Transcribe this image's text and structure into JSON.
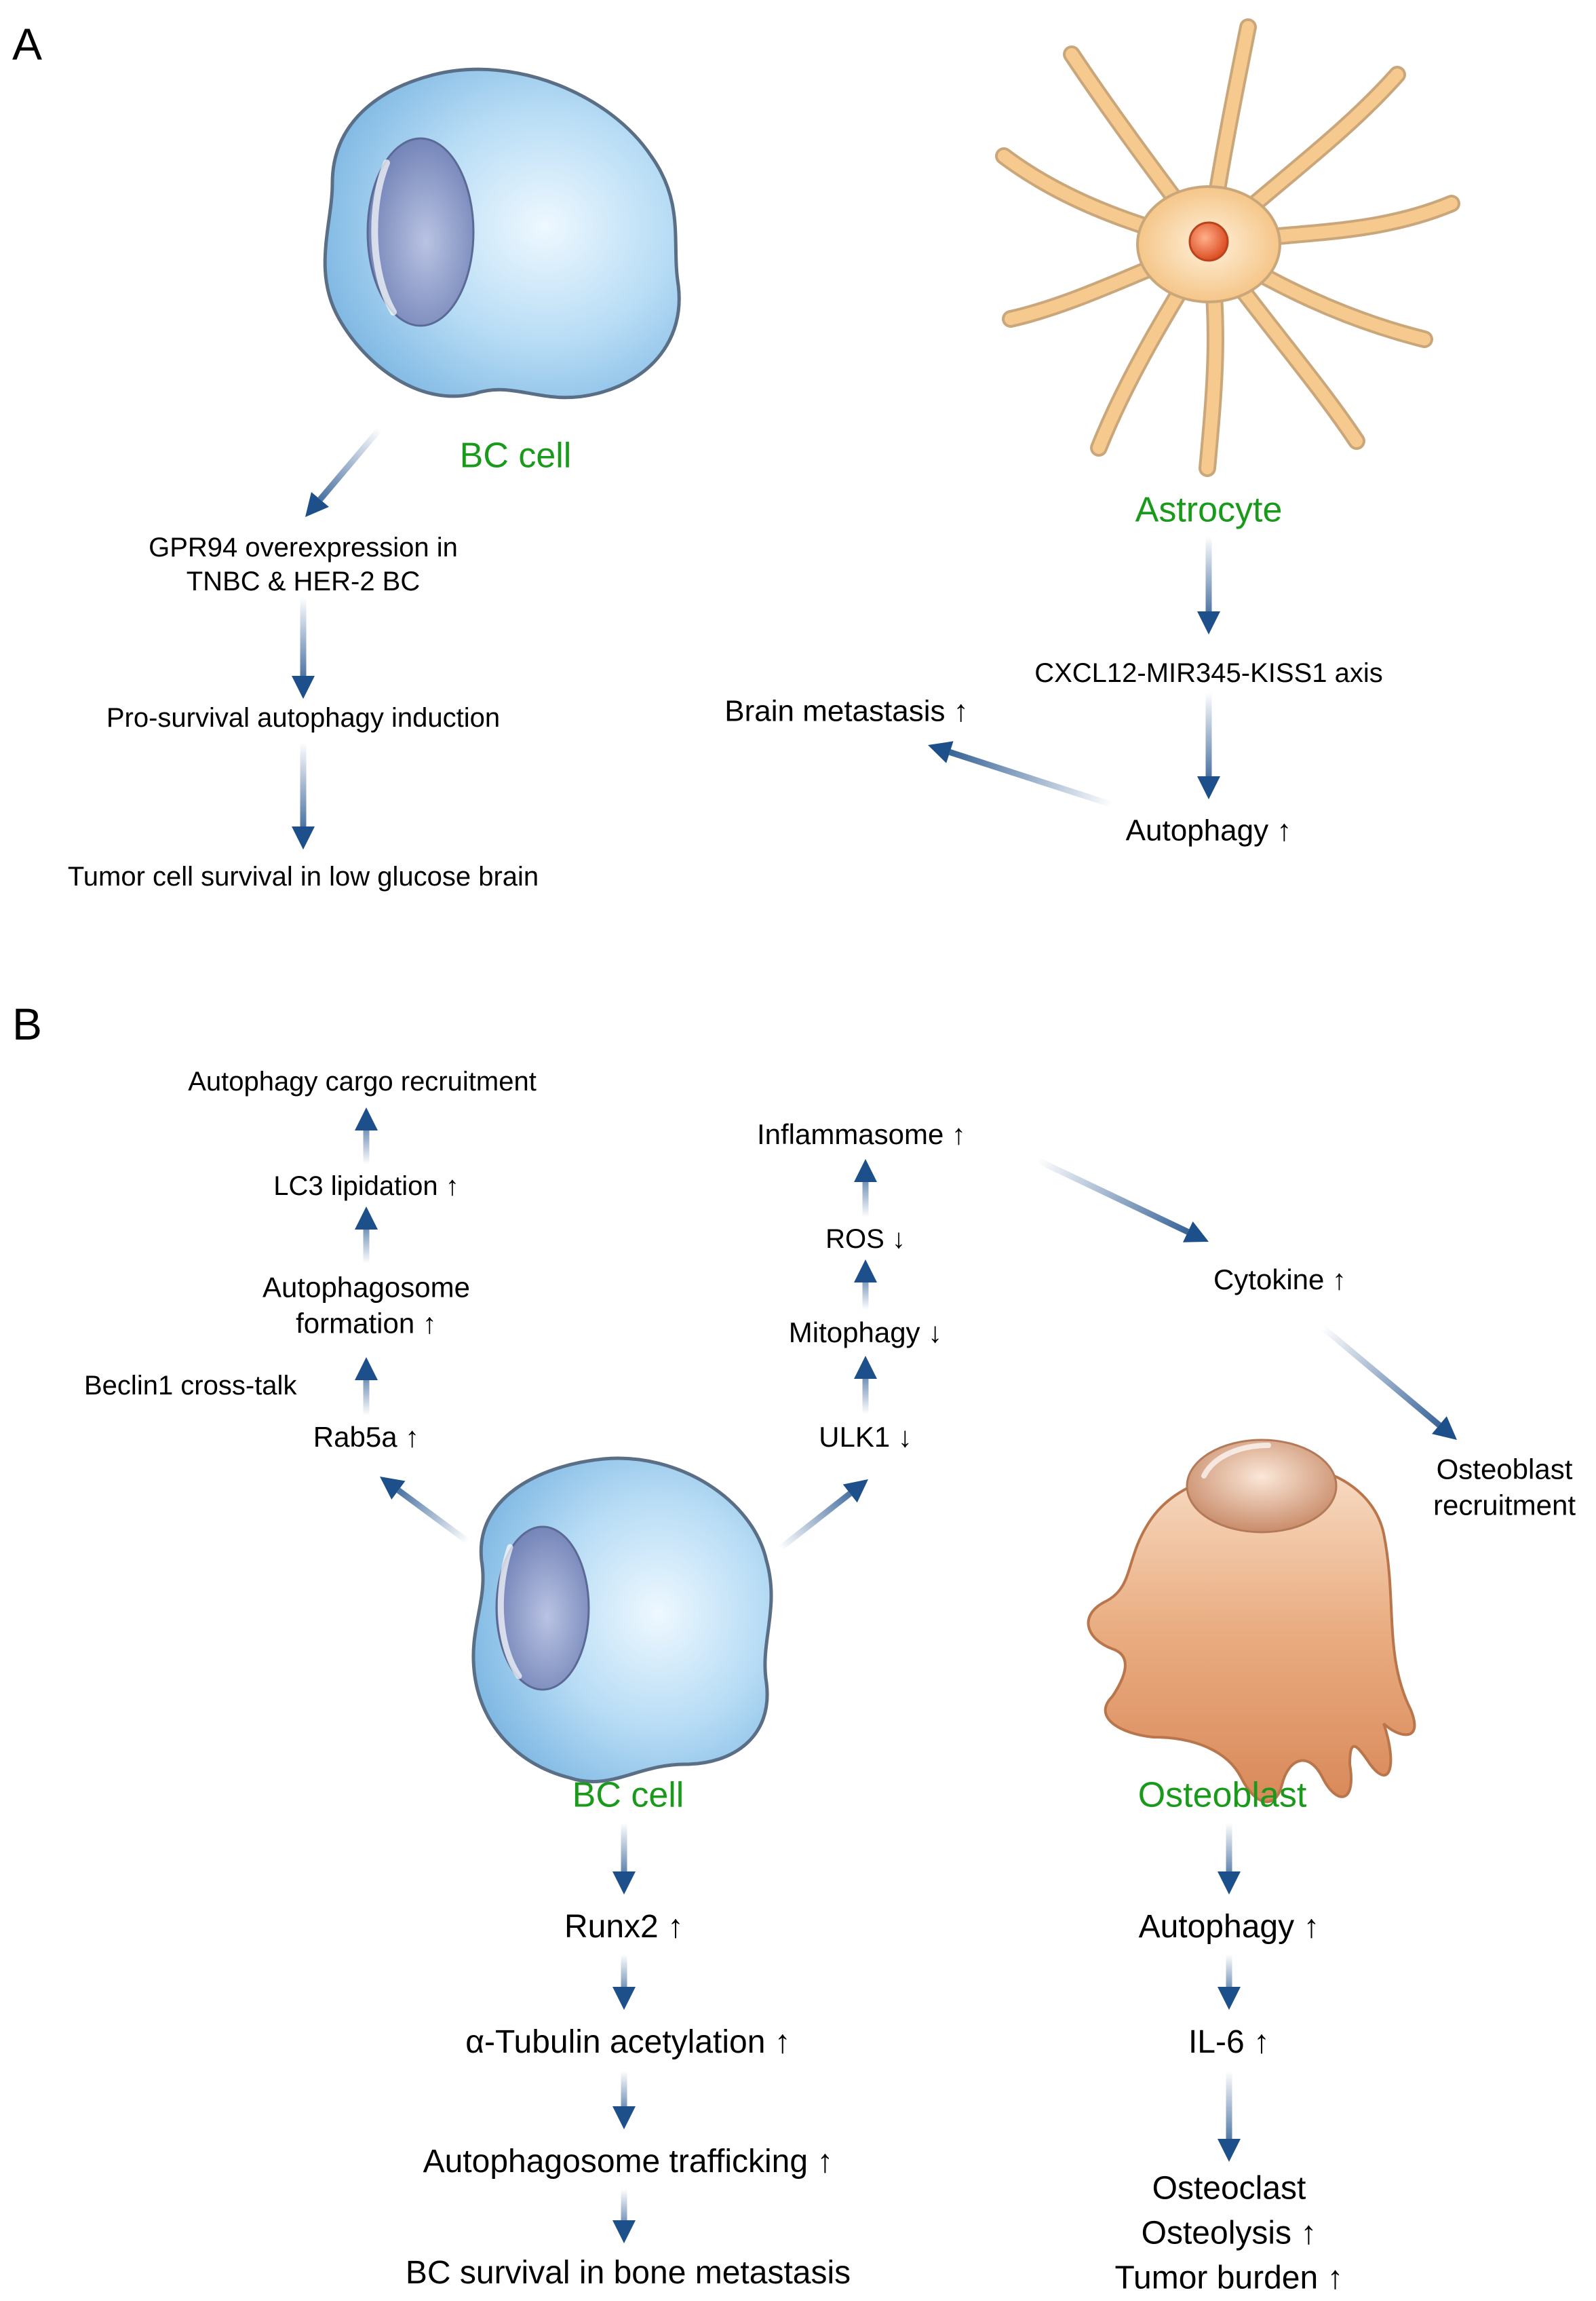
{
  "colors": {
    "arrow": "#1d4f8a",
    "label_green": "#1a9a1a",
    "bc_cell_fill": "#a9d3f1",
    "bc_nucleus_fill": "#8f9fc9",
    "astrocyte_fill": "#f6c98e",
    "astrocyte_nucleus": "#e8663a",
    "osteoblast_fill": "#e3a276"
  },
  "panels": {
    "a": "A",
    "b": "B"
  },
  "panel_a": {
    "bc_cell_name": "BC cell",
    "gpr94": [
      "GPR94 overexpression in",
      "TNBC & HER-2 BC"
    ],
    "autophagy_induction": "Pro-survival autophagy induction",
    "tumor_survival": "Tumor cell survival in low glucose brain",
    "astrocyte_name": "Astrocyte",
    "axis": "CXCL12-MIR345-KISS1 axis",
    "autophagy": "Autophagy",
    "brain_metastasis": "Brain metastasis"
  },
  "panel_b": {
    "cargo": "Autophagy cargo recruitment",
    "lc3": "LC3 lipidation",
    "autophagosome": [
      "Autophagosome",
      "formation"
    ],
    "beclin": "Beclin1 cross-talk",
    "rab5a": "Rab5a",
    "inflammasome": "Inflammasome",
    "ros": "ROS",
    "mitophagy": "Mitophagy",
    "ulk1": "ULK1",
    "cytokine": "Cytokine",
    "osteoblast_recruitment": [
      "Osteoblast",
      "recruitment"
    ],
    "bc_cell_name": "BC cell",
    "osteoblast_name": "Osteoblast",
    "runx2": "Runx2",
    "tubulin": "α-Tubulin acetylation",
    "trafficking": "Autophagosome trafficking",
    "bc_survival": "BC survival in bone metastasis",
    "ob_autophagy": "Autophagy",
    "il6": "IL-6",
    "osteoclast": "Osteoclast",
    "osteolysis": "Osteolysis",
    "tumor_burden": "Tumor burden"
  },
  "indicators": {
    "up": "↑",
    "down": "↓"
  }
}
